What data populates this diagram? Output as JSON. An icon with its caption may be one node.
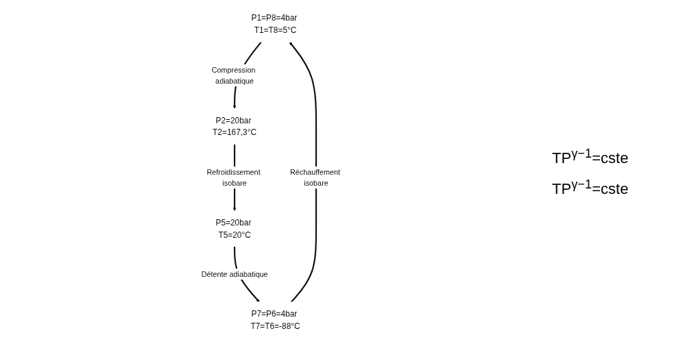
{
  "diagram": {
    "nodes": [
      {
        "text": [
          "P1=P8=4bar T1=T8=5°C"
        ]
      },
      {
        "text": [
          "P2=20bar T2=167,3°C"
        ]
      },
      {
        "text": [
          "P5=20bar T5=20°C"
        ]
      },
      {
        "text": [
          "P7=P6=4bar T7=T6=-88°C"
        ]
      }
    ],
    "edges": [
      {
        "from": 0,
        "to": 1,
        "arrow": "to",
        "label": "Compression adiabatique"
      },
      {
        "from": 1,
        "to": 2,
        "arrow": "to",
        "label": "Refroidissement isobare"
      },
      {
        "from": 2,
        "to": 3,
        "arrow": "to",
        "label": "Détente adiabatique"
      },
      {
        "from": 3,
        "to": 0,
        "arrow": "to",
        "label": "Réchauffement isobare"
      }
    ],
    "labels": [
      "TP$^{γ−1}$=cste",
      "TP$^{γ−1}$=cste"
    ]
  }
}
